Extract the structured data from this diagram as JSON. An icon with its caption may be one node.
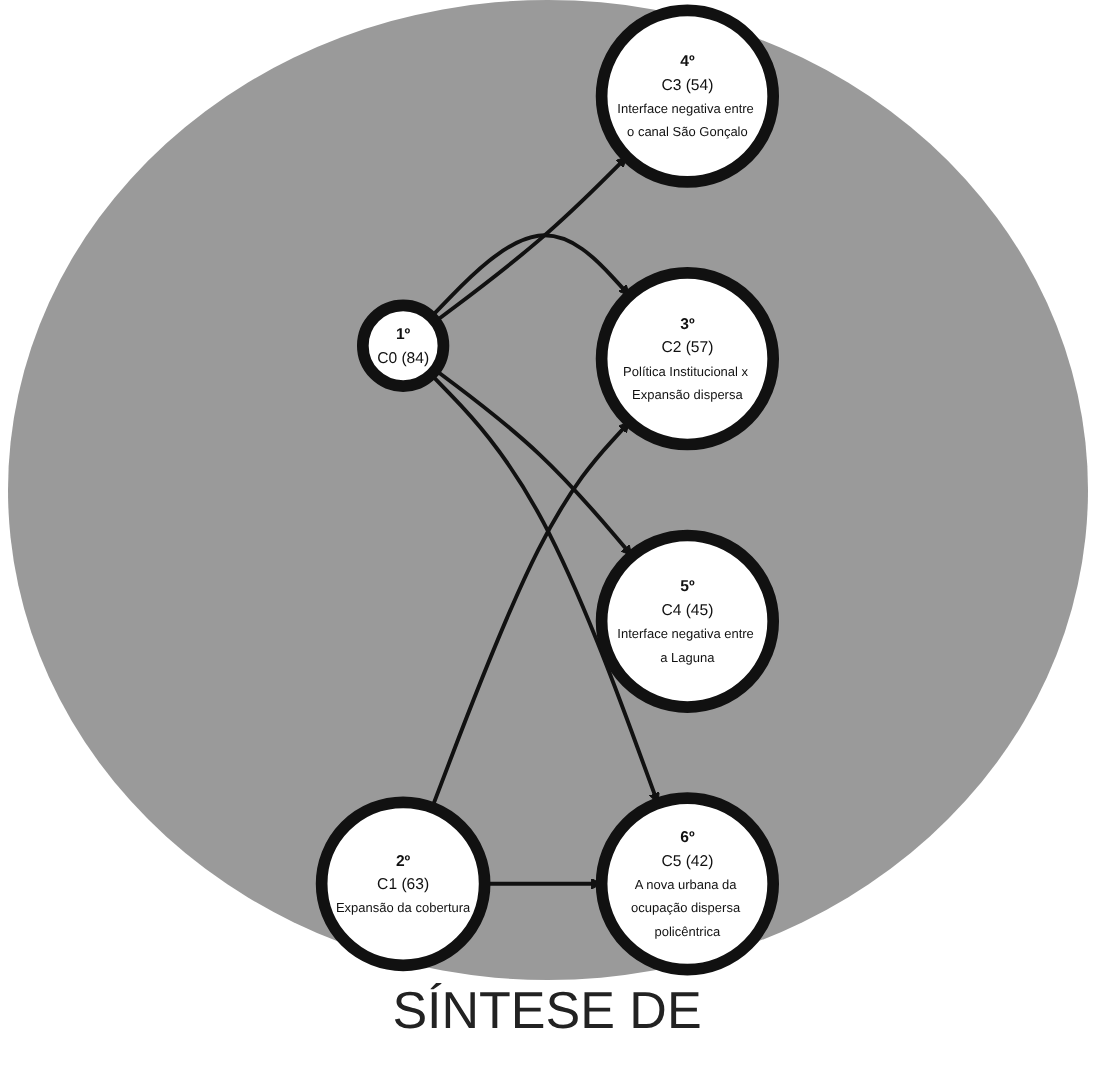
{
  "diagram": {
    "nodes": [
      {
        "text": [
          "1º",
          "C0 (84)"
        ]
      },
      {
        "text": [
          "2º",
          "C1 (63)",
          "Expansão da cobertura"
        ]
      },
      {
        "text": [
          "3º",
          "C2 (57)",
          "Política Institucional x Expansão dispersa"
        ]
      },
      {
        "text": [
          "4º",
          "C3 (54)",
          "Interface negativa entre o canal São Gonçalo"
        ]
      },
      {
        "text": [
          "5º",
          "C4 (45)",
          "Interface negativa entre a Laguna"
        ]
      },
      {
        "text": [
          "6º",
          "C5 (42)",
          "A nova urbana da ocupação dispersa policêntrica"
        ]
      }
    ],
    "edges": [
      {
        "from": 1,
        "to": 2,
        "arrow": "to"
      },
      {
        "from": 0,
        "to": 2,
        "arrow": "to"
      },
      {
        "from": 0,
        "to": 3,
        "arrow": "to"
      },
      {
        "from": 0,
        "to": 4,
        "arrow": "to"
      },
      {
        "from": 0,
        "to": 5,
        "arrow": "to"
      },
      {
        "from": 1,
        "to": 5,
        "arrow": "to"
      }
    ],
    "labels": [
      "SÍNTESE DE"
    ]
  }
}
